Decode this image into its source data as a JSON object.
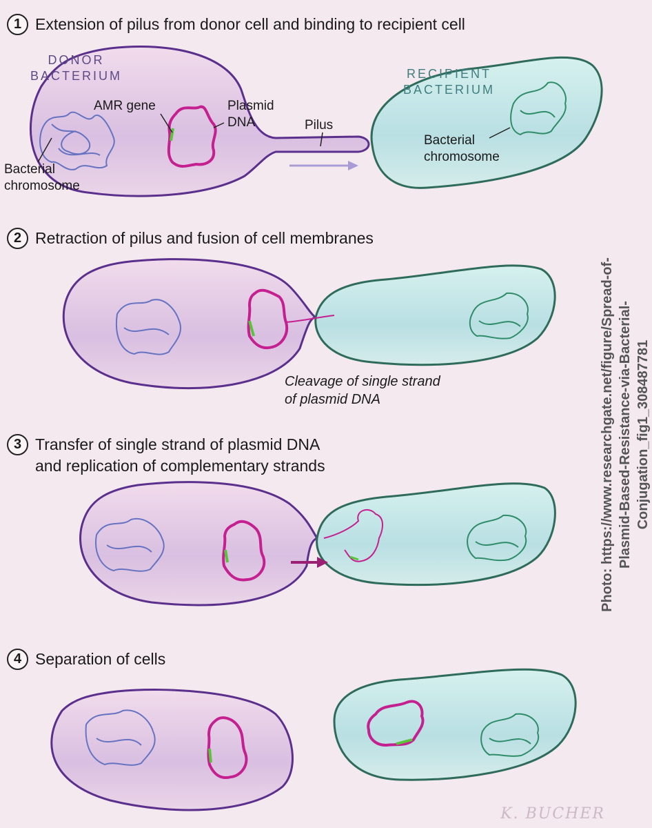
{
  "steps": [
    {
      "number": "1",
      "text": "Extension of pilus from donor cell and binding to recipient cell"
    },
    {
      "number": "2",
      "text": "Retraction of pilus and fusion of cell membranes"
    },
    {
      "number": "3",
      "text": "Transfer of single strand of plasmid DNA\nand replication of complementary strands"
    },
    {
      "number": "4",
      "text": "Separation of cells"
    }
  ],
  "labels": {
    "donor_bacterium": "DONOR\nBACTERIUM",
    "recipient_bacterium": "RECIPIENT\nBACTERIUM",
    "amr_gene": "AMR gene",
    "plasmid_dna": "Plasmid\nDNA",
    "pilus": "Pilus",
    "bacterial_chromosome_donor": "Bacterial\nchromosome",
    "bacterial_chromosome_recipient": "Bacterial\nchromosome",
    "cleavage": "Cleavage of single strand\nof plasmid DNA"
  },
  "credit": "Photo: https://www.researchgate.net/figure/Spread-of-\nPlasmid-Based-Resistance-via-Bacterial-\nConjugation_fig1_308487781",
  "signature": "K. BUCHER",
  "colors": {
    "donor_fill": "#e9cde2",
    "donor_outline": "#5b2f8c",
    "recipient_fill": "#c9ebe6",
    "recipient_outline": "#2e6b5a",
    "plasmid": "#c4208f",
    "amr_gene": "#57c43a",
    "donor_chromosome": "#6573c0",
    "recipient_chromosome": "#2f8c69",
    "arrow_light": "#a99bd6",
    "arrow_dark": "#9b1f73"
  }
}
